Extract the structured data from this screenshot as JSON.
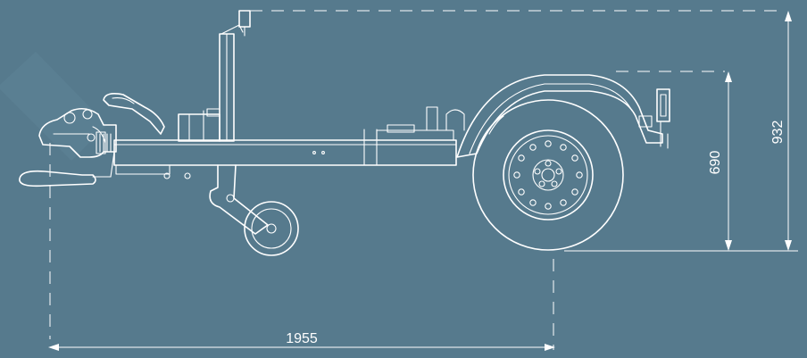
{
  "dimensions": {
    "length_label": "1955",
    "total_height_label": "932",
    "axle_height_label": "690"
  },
  "colors": {
    "background": "#567a8d",
    "line": "#ffffff",
    "watermark": "#5e8497"
  }
}
